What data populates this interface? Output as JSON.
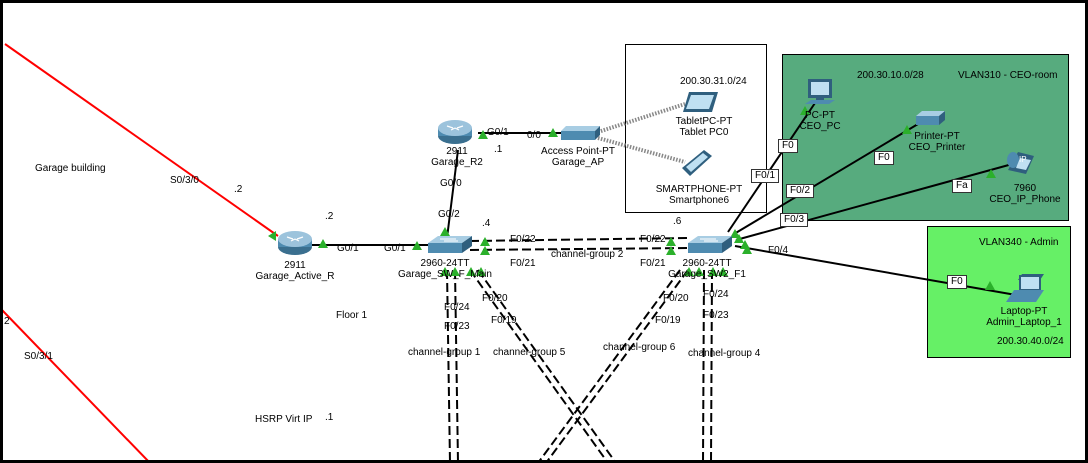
{
  "areas": {
    "wireless": {
      "subnet": "200.30.31.0/24"
    },
    "ceo": {
      "subnet": "200.30.10.0/28",
      "vlan": "VLAN310 - CEO-room",
      "color": "#57ab7e"
    },
    "admin": {
      "subnet": "200.30.40.0/24",
      "vlan": "VLAN340 - Admin",
      "color": "#66f066"
    }
  },
  "notes": {
    "garage_building": "Garage building",
    "floor1": "Floor 1",
    "hsrp_label": "HSRP Virt IP",
    "hsrp_ip": ".1"
  },
  "devices": {
    "active_r": {
      "model": "2911",
      "name": "Garage_Active_R"
    },
    "r2": {
      "model": "2911",
      "name": "Garage_R2"
    },
    "ap": {
      "model": "Access Point-PT",
      "name": "Garage_AP"
    },
    "tablet": {
      "model": "TabletPC-PT",
      "name": "Tablet PC0"
    },
    "phone": {
      "model": "SMARTPHONE-PT",
      "name": "Smartphone6"
    },
    "sw1": {
      "model": "2960-24TT",
      "name": "Garage_SW_F_Main"
    },
    "sw2": {
      "model": "2960-24TT",
      "name": "Garage_SW2_F1"
    },
    "ceo_pc": {
      "model": "PC-PT",
      "name": "CEO_PC"
    },
    "ceo_printer": {
      "model": "Printer-PT",
      "name": "CEO_Printer"
    },
    "ceo_phone": {
      "model": "7960",
      "name": "CEO_IP_Phone",
      "badge": "IP"
    },
    "admin_laptop": {
      "model": "Laptop-PT",
      "name": "Admin_Laptop_1"
    }
  },
  "port_labels": {
    "s030": "S0/3/0",
    "s030_ip": ".2",
    "s031": "S0/3/1",
    "s031_ip": "2",
    "active_ip": ".2",
    "active_g01": "G0/1",
    "sw1_g01": "G0/1",
    "r2_g01": "G0/1",
    "r2_ip": ".1",
    "ap_port": "0/0",
    "r2_g00": "G0/0",
    "sw1_g02": "G0/2",
    "sw1_ip": ".4",
    "sw2_ip": ".6",
    "sw1_f022": "F0/22",
    "sw1_f021": "F0/21",
    "sw2_f022": "F0/22",
    "sw2_f021": "F0/21",
    "cg2": "channel-group 2",
    "sw1_f020": "F0/20",
    "sw1_f019": "F0/19",
    "sw1_f024": "F0/24",
    "sw1_f023": "F0/23",
    "cg1": "channel-group 1",
    "cg5": "channel-group 5",
    "sw2_f020": "F0/20",
    "sw2_f019": "F0/19",
    "sw2_f024": "F0/24",
    "sw2_f023": "F0/23",
    "cg6": "channel-group 6",
    "cg4": "channel-group 4",
    "sw2_f01": "F0/1",
    "sw2_f02": "F0/2",
    "sw2_f03": "F0/3",
    "sw2_f04": "F0/4",
    "pc_f0": "F0",
    "printer_f0": "F0",
    "phone_fa": "Fa",
    "laptop_f0": "F0"
  },
  "colors": {
    "serial": "#ff0000",
    "link_dot": "#2bb02b",
    "wireless": "#888888"
  }
}
